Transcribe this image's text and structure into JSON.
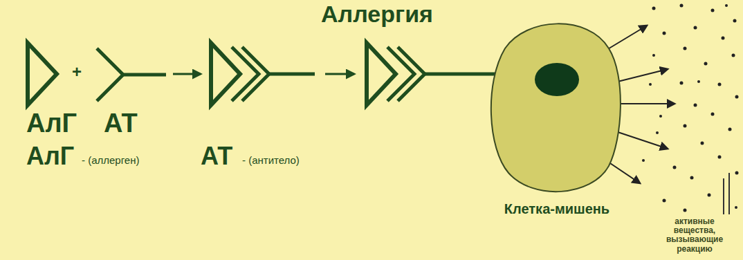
{
  "diagram": {
    "title": "Аллергия",
    "nodes": [
      {
        "text": [
          "АлГ"
        ]
      },
      {
        "text": [
          "АТ"
        ]
      },
      {
        "text": [
          "Клетка-мишень"
        ]
      }
    ],
    "labels": [
      "+",
      "АлГ",
      "- (аллерген)",
      "АТ",
      "- (антитело)",
      "активные вещества, вызывающие реакцию"
    ]
  }
}
